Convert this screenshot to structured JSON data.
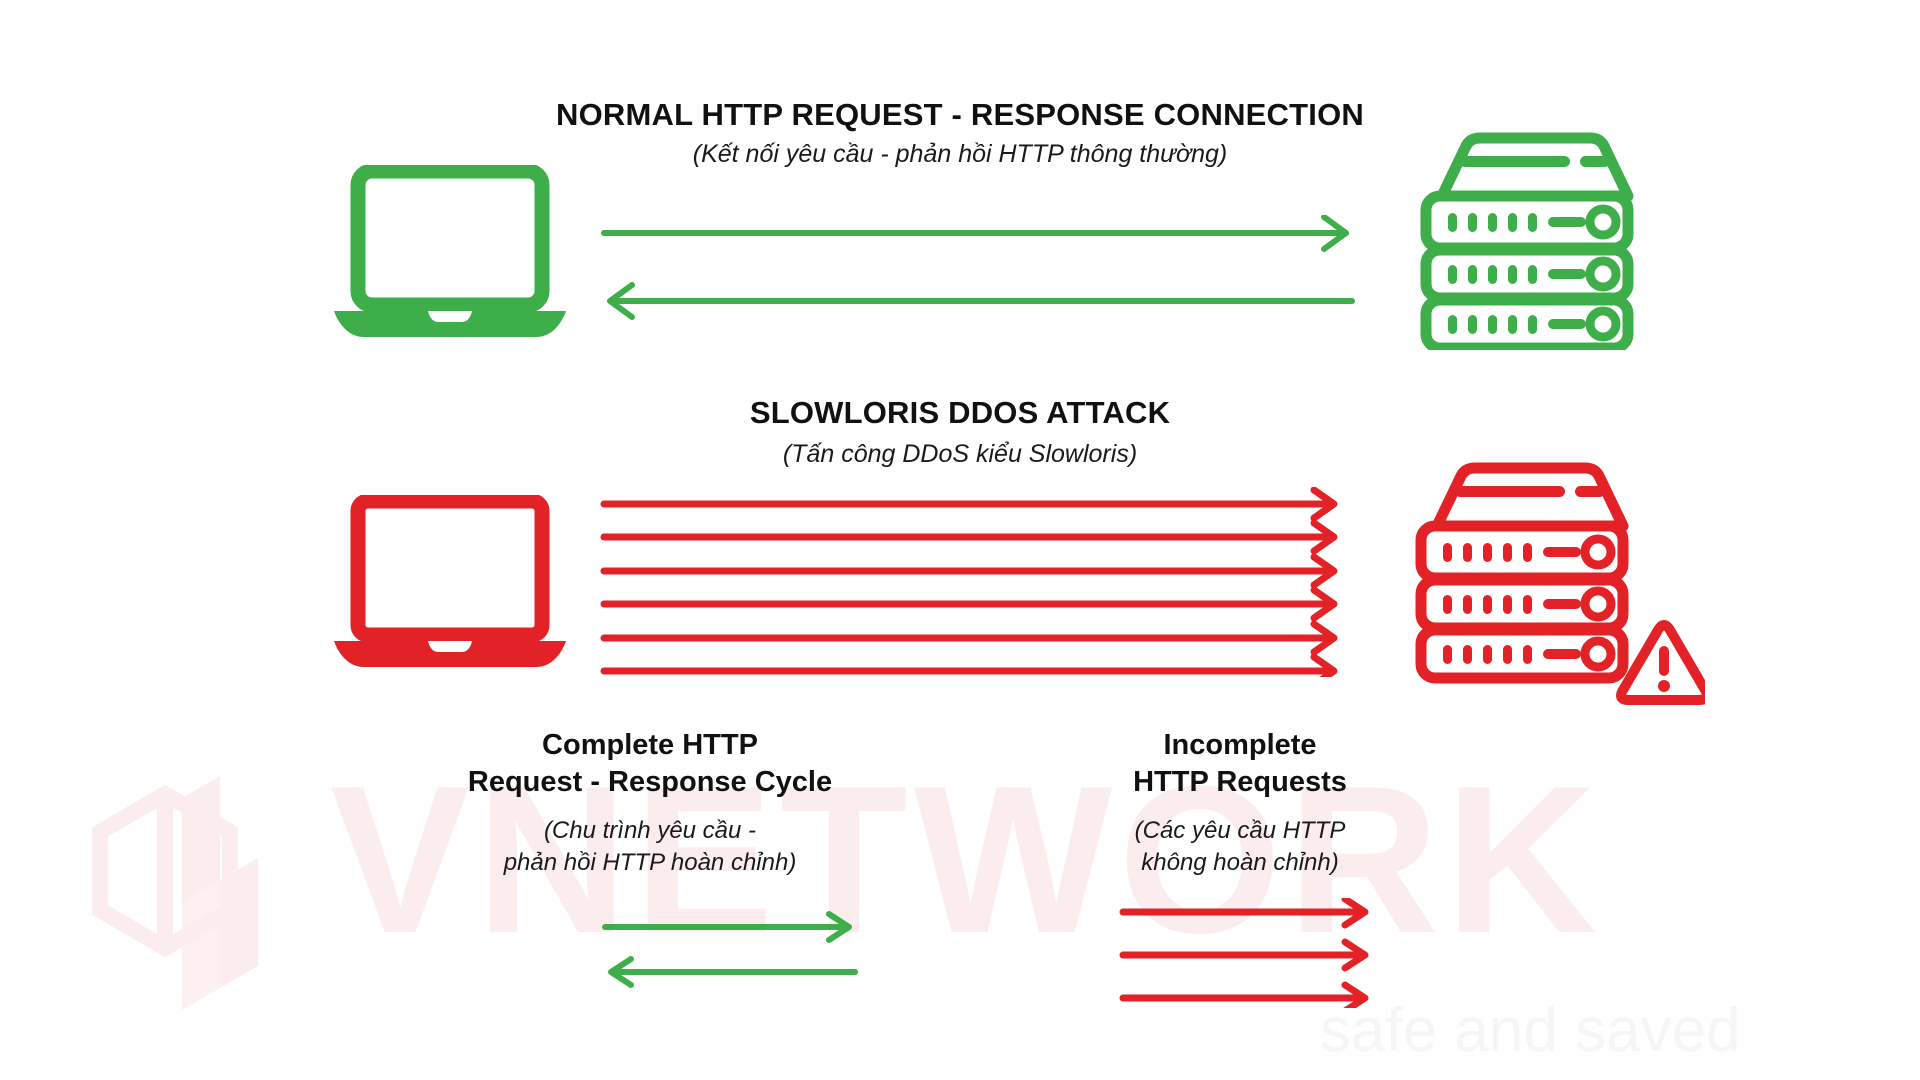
{
  "colors": {
    "green": "#3DAE4A",
    "red": "#E32227",
    "text": "#111111",
    "watermark_pink": "#fbeced",
    "watermark_gray": "#f6f6f6",
    "background": "#ffffff"
  },
  "sections": {
    "normal": {
      "title": "NORMAL HTTP REQUEST - RESPONSE CONNECTION",
      "subtitle": "(Kết nối yêu cầu - phản hồi HTTP thông thường)",
      "client_icon": "laptop-icon",
      "server_icon": "server-rack-icon",
      "arrows": [
        {
          "direction": "right",
          "label": "request"
        },
        {
          "direction": "left",
          "label": "response"
        }
      ]
    },
    "attack": {
      "title": "SLOWLORIS DDOS ATTACK",
      "subtitle": "(Tấn công DDoS kiểu Slowloris)",
      "client_icon": "laptop-icon",
      "server_icon": "server-rack-icon",
      "server_status_icon": "warning-triangle-icon",
      "arrows": [
        {
          "direction": "right"
        },
        {
          "direction": "right"
        },
        {
          "direction": "right"
        },
        {
          "direction": "right"
        },
        {
          "direction": "right"
        },
        {
          "direction": "right"
        }
      ]
    }
  },
  "legend": {
    "complete": {
      "title_line1": "Complete HTTP",
      "title_line2": "Request - Response Cycle",
      "caption_line1": "(Chu trình yêu cầu -",
      "caption_line2": "phản hồi HTTP hoàn chỉnh)",
      "arrows": [
        {
          "direction": "right"
        },
        {
          "direction": "left"
        }
      ]
    },
    "incomplete": {
      "title_line1": "Incomplete",
      "title_line2": "HTTP Requests",
      "caption_line1": "(Các yêu cầu HTTP",
      "caption_line2": "không hoàn chỉnh)",
      "arrows": [
        {
          "direction": "right"
        },
        {
          "direction": "right"
        },
        {
          "direction": "right"
        }
      ]
    }
  },
  "watermark": {
    "brand": "VNETWORK",
    "tagline": "safe and saved",
    "logo_icon": "vnetwork-hexagon-logo-icon"
  }
}
